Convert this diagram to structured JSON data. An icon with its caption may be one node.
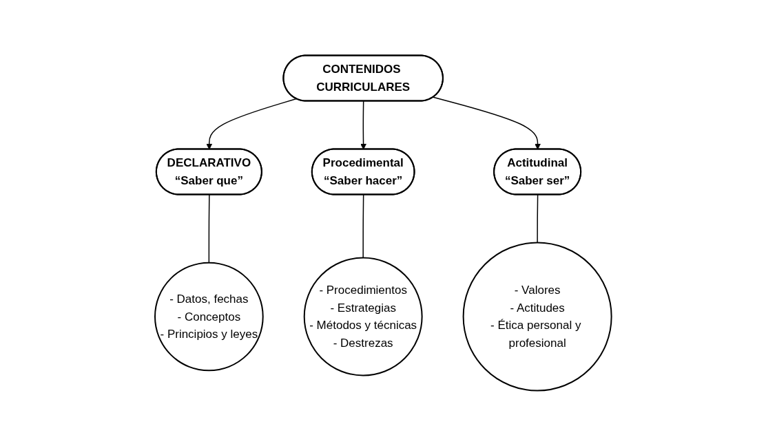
{
  "diagram": {
    "nodes": [
      {
        "text": [
          "CONTENIDOS CURRICULARES"
        ]
      },
      {
        "text": [
          "DECLARATIVO",
          "“Saber que”"
        ]
      },
      {
        "text": [
          "Procedimental",
          "“Saber hacer”"
        ]
      },
      {
        "text": [
          "Actitudinal",
          "“Saber ser”"
        ]
      },
      {
        "text": [
          "- Datos, fechas",
          "- Conceptos",
          "- Principios y leyes"
        ]
      },
      {
        "text": [
          "- Procedimientos",
          "- Estrategias",
          "- Métodos y técnicas",
          "- Destrezas"
        ]
      },
      {
        "text": [
          "- Valores",
          "- Actitudes",
          "- Ética personal y profesional"
        ]
      }
    ],
    "edges": [
      {
        "from": 0,
        "to": 1,
        "arrow": "to"
      },
      {
        "from": 0,
        "to": 2,
        "arrow": "to"
      },
      {
        "from": 0,
        "to": 3,
        "arrow": "to"
      },
      {
        "from": 1,
        "to": 4,
        "arrow": "none"
      },
      {
        "from": 2,
        "to": 5,
        "arrow": "none"
      },
      {
        "from": 3,
        "to": 6,
        "arrow": "none"
      }
    ]
  }
}
